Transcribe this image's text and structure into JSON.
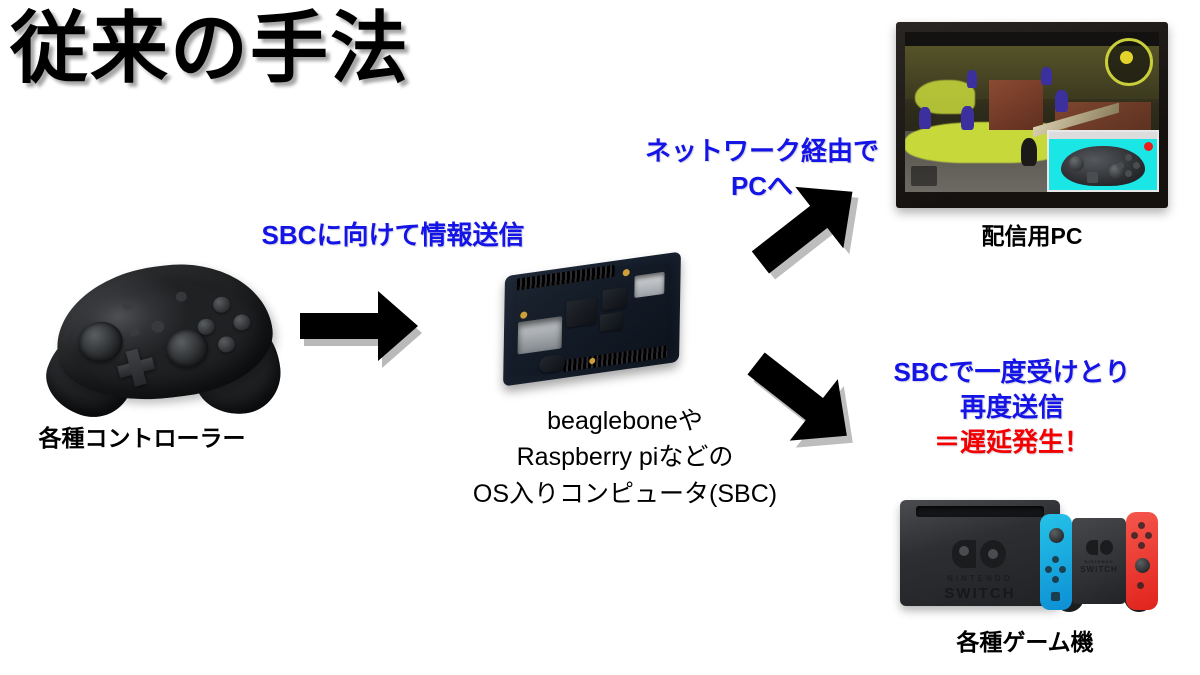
{
  "slide": {
    "title": "従来の手法",
    "background_color": "#ffffff",
    "accent_blue": "#1414e6",
    "accent_red": "#f40000"
  },
  "nodes": [
    {
      "id": "controller",
      "caption": "各種コントローラー",
      "image": "switch-pro-controller-photo"
    },
    {
      "id": "sbc",
      "caption_lines": [
        "beagleboneや",
        "Raspberry piなどの",
        "OS入りコンピュータ(SBC)"
      ],
      "image": "beaglebone-board-photo"
    },
    {
      "id": "streaming_pc",
      "caption": "配信用PC",
      "image": "monitor-game-capture-photo"
    },
    {
      "id": "consoles",
      "caption": "各種ゲーム機",
      "image": "nintendo-switch-console-photo"
    }
  ],
  "annotations": {
    "controller_to_sbc": "SBCに向けて情報送信",
    "sbc_to_pc_line1": "ネットワーク経由で",
    "sbc_to_pc_line2": "PCへ",
    "sbc_to_console_line1": "SBCで一度受けとり",
    "sbc_to_console_line2": "再度送信",
    "sbc_to_console_line3": "＝遅延発生！"
  },
  "arrows": [
    {
      "id": "arrow-right",
      "direction": "right"
    },
    {
      "id": "arrow-up-right",
      "direction": "up-right"
    },
    {
      "id": "arrow-down-right",
      "direction": "down-right"
    }
  ],
  "switch_console": {
    "brand_line1": "NINTENDO",
    "brand_line2": "SWITCH",
    "joycon_left_color": "#1ab5e0",
    "joycon_right_color": "#e8302a"
  }
}
